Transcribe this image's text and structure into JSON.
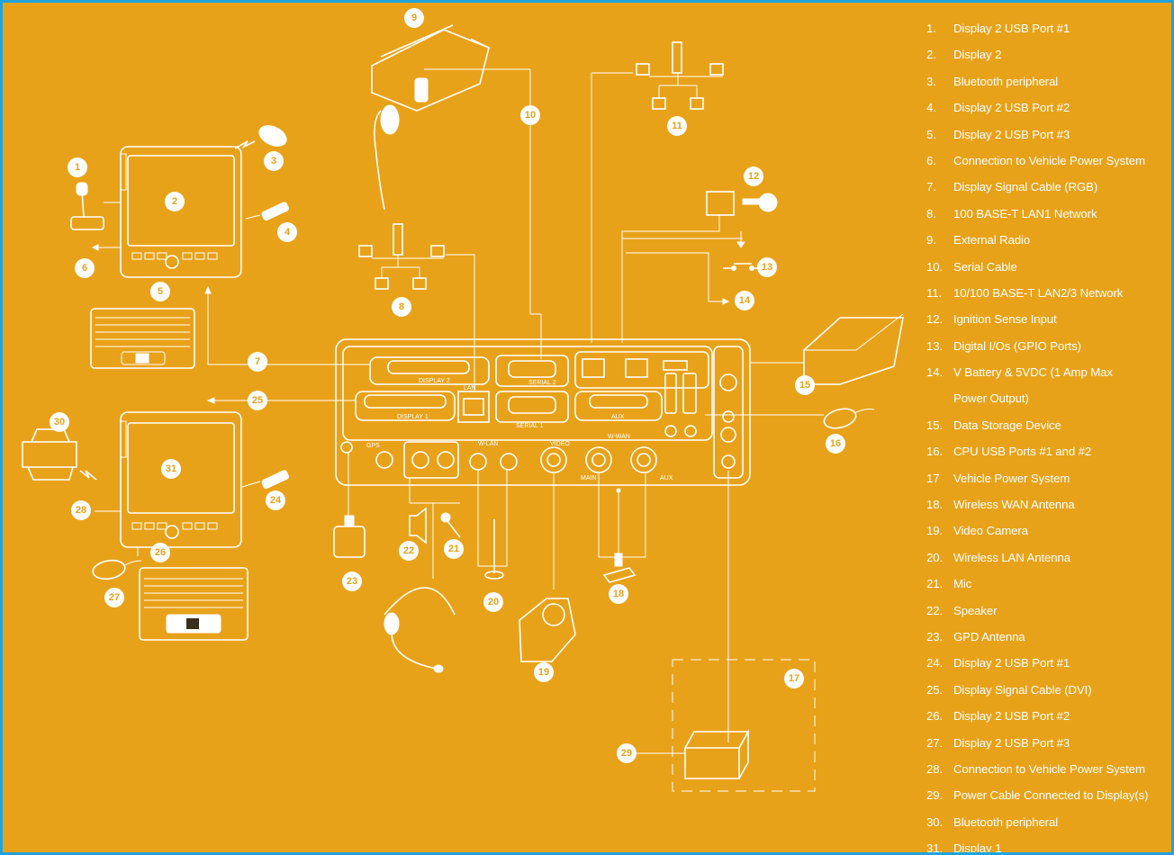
{
  "callouts": [
    "1",
    "2",
    "3",
    "4",
    "5",
    "6",
    "7",
    "8",
    "9",
    "10",
    "11",
    "12",
    "13",
    "14",
    "15",
    "16",
    "17",
    "18",
    "19",
    "20",
    "21",
    "22",
    "23",
    "24",
    "25",
    "26",
    "27",
    "28",
    "29",
    "30",
    "31"
  ],
  "panel_labels": {
    "display2": "DISPLAY 2",
    "display1": "DISPLAY 1",
    "serial2": "SERIAL 2",
    "serial1": "SERIAL 1",
    "lan": "LAN",
    "aux": "AUX",
    "gps": "GPS",
    "wlan": "W-LAN",
    "video": "VIDEO",
    "wwan": "W-WAN",
    "main": "MAIN",
    "aux_small": "AUX"
  },
  "legend": [
    {
      "num": "1.",
      "text": "Display 2 USB Port #1"
    },
    {
      "num": "2.",
      "text": "Display 2"
    },
    {
      "num": "3.",
      "text": "Bluetooth peripheral"
    },
    {
      "num": "4.",
      "text": "Display 2 USB Port #2"
    },
    {
      "num": "5.",
      "text": "Display 2 USB Port #3"
    },
    {
      "num": "6.",
      "text": "Connection to Vehicle Power System"
    },
    {
      "num": "7.",
      "text": "Display Signal Cable (RGB)"
    },
    {
      "num": "8.",
      "text": "100 BASE-T LAN1 Network"
    },
    {
      "num": "9.",
      "text": "External Radio"
    },
    {
      "num": "10.",
      "text": "Serial Cable"
    },
    {
      "num": "11.",
      "text": "10/100 BASE-T LAN2/3 Network"
    },
    {
      "num": "12.",
      "text": "Ignition Sense Input"
    },
    {
      "num": "13.",
      "text": "Digital I/Os (GPIO Ports)"
    },
    {
      "num": "14.",
      "text": "V Battery & 5VDC (1 Amp Max"
    },
    {
      "num": "",
      "text": "Power Output)"
    },
    {
      "num": "15.",
      "text": "Data Storage Device"
    },
    {
      "num": "16.",
      "text": "CPU USB Ports #1 and #2"
    },
    {
      "num": "17",
      "text": "Vehicle Power System"
    },
    {
      "num": "18.",
      "text": "Wireless WAN Antenna"
    },
    {
      "num": "19.",
      "text": "Video Camera"
    },
    {
      "num": "20.",
      "text": "Wireless LAN Antenna"
    },
    {
      "num": "21.",
      "text": "Mic"
    },
    {
      "num": "22.",
      "text": "Speaker"
    },
    {
      "num": "23.",
      "text": "GPD Antenna"
    },
    {
      "num": "24.",
      "text": "Display 2 USB Port #1"
    },
    {
      "num": "25.",
      "text": "Display Signal Cable (DVI)"
    },
    {
      "num": "26.",
      "text": "Display 2 USB Port #2"
    },
    {
      "num": "27.",
      "text": "Display 2 USB Port #3"
    },
    {
      "num": "28.",
      "text": "Connection to Vehicle Power System"
    },
    {
      "num": "29.",
      "text": "Power Cable Connected to Display(s)"
    },
    {
      "num": "30.",
      "text": "Bluetooth peripheral"
    },
    {
      "num": "31.",
      "text": "Display 1"
    }
  ],
  "colors": {
    "background": "#e8a219",
    "border": "#1fa3dc",
    "line": "#ffffff"
  }
}
